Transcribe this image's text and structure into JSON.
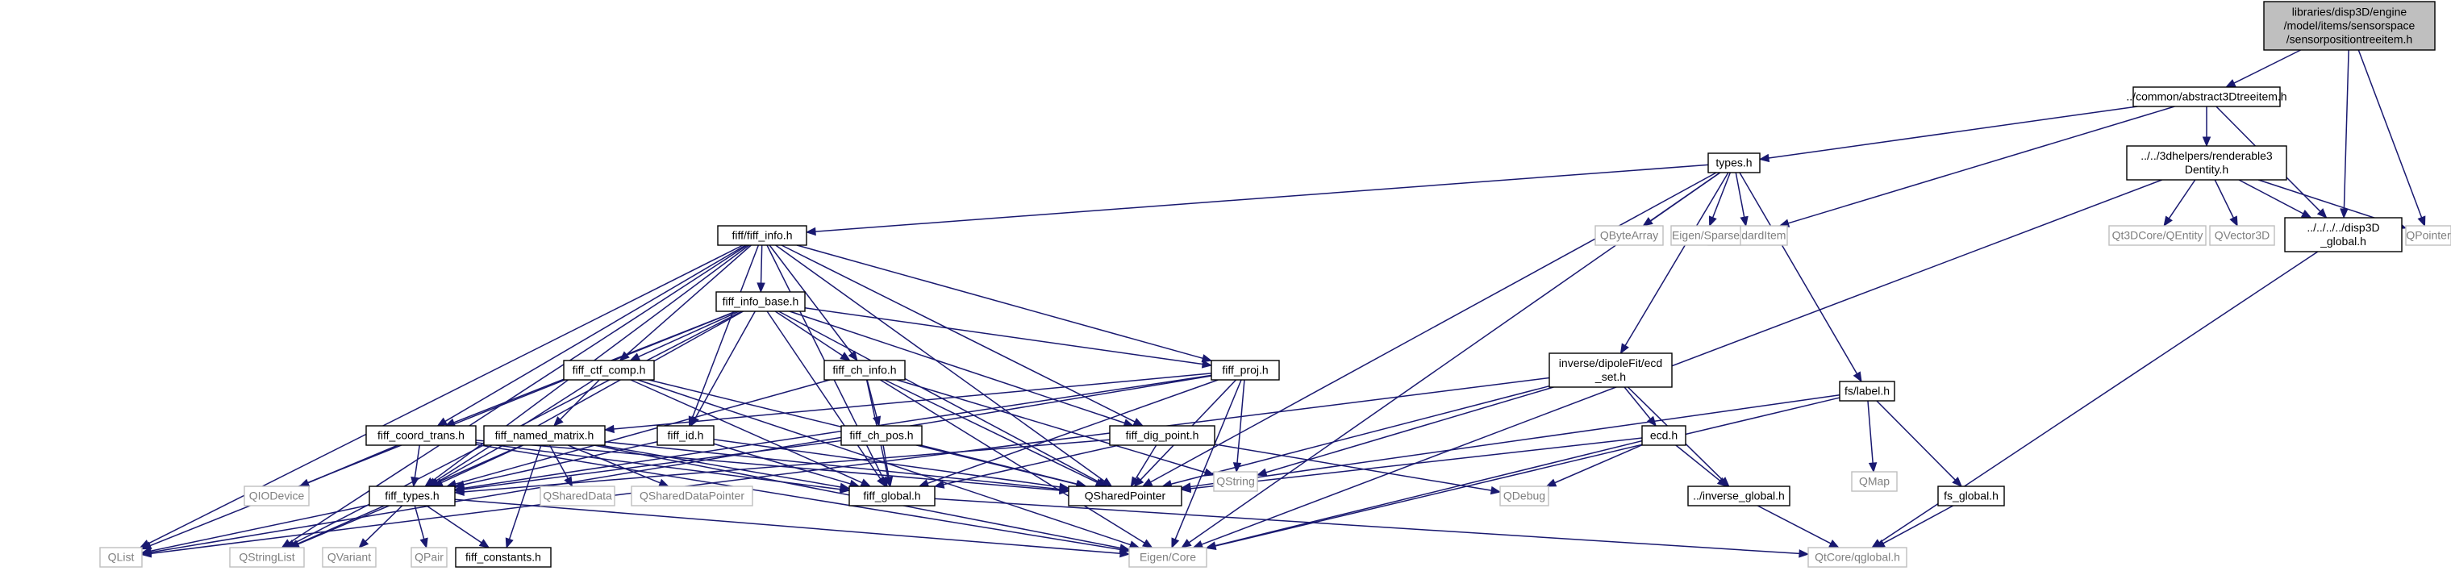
{
  "diagram": {
    "nodes": [
      {
        "id": "root",
        "lines": [
          "libraries/disp3D/engine",
          "/model/items/sensorspace",
          "/sensorpositiontreeitem.h"
        ],
        "kind": "root"
      },
      {
        "id": "abstract3d",
        "lines": [
          "../common/abstract3Dtreeitem.h"
        ],
        "kind": "local"
      },
      {
        "id": "renderable",
        "lines": [
          "../../3dhelpers/renderable3",
          "Dentity.h"
        ],
        "kind": "local"
      },
      {
        "id": "disp3dglobal",
        "lines": [
          "../../../../disp3D",
          "_global.h"
        ],
        "kind": "local"
      },
      {
        "id": "qpointer",
        "lines": [
          "QPointer"
        ],
        "kind": "external"
      },
      {
        "id": "types",
        "lines": [
          "types.h"
        ],
        "kind": "local"
      },
      {
        "id": "qstandarditem",
        "lines": [
          "QStandardItem"
        ],
        "kind": "external"
      },
      {
        "id": "qt3dcore",
        "lines": [
          "Qt3DCore/QEntity"
        ],
        "kind": "external"
      },
      {
        "id": "qvector3d",
        "lines": [
          "QVector3D"
        ],
        "kind": "external"
      },
      {
        "id": "fiffinfo",
        "lines": [
          "fiff/fiff_info.h"
        ],
        "kind": "local"
      },
      {
        "id": "qbytearray",
        "lines": [
          "QByteArray"
        ],
        "kind": "external"
      },
      {
        "id": "eigensparse",
        "lines": [
          "Eigen/Sparse"
        ],
        "kind": "external"
      },
      {
        "id": "ecdset",
        "lines": [
          "inverse/dipoleFit/ecd",
          "_set.h"
        ],
        "kind": "local"
      },
      {
        "id": "fslabel",
        "lines": [
          "fs/label.h"
        ],
        "kind": "local"
      },
      {
        "id": "infobase",
        "lines": [
          "fiff_info_base.h"
        ],
        "kind": "local"
      },
      {
        "id": "ctfcomp",
        "lines": [
          "fiff_ctf_comp.h"
        ],
        "kind": "local"
      },
      {
        "id": "chinfo",
        "lines": [
          "fiff_ch_info.h"
        ],
        "kind": "local"
      },
      {
        "id": "fiffproj",
        "lines": [
          "fiff_proj.h"
        ],
        "kind": "local"
      },
      {
        "id": "coordtrans",
        "lines": [
          "fiff_coord_trans.h"
        ],
        "kind": "local"
      },
      {
        "id": "namedmatrix",
        "lines": [
          "fiff_named_matrix.h"
        ],
        "kind": "local"
      },
      {
        "id": "fiffid",
        "lines": [
          "fiff_id.h"
        ],
        "kind": "local"
      },
      {
        "id": "chpos",
        "lines": [
          "fiff_ch_pos.h"
        ],
        "kind": "local"
      },
      {
        "id": "digpoint",
        "lines": [
          "fiff_dig_point.h"
        ],
        "kind": "local"
      },
      {
        "id": "qstring",
        "lines": [
          "QString"
        ],
        "kind": "external"
      },
      {
        "id": "ecd",
        "lines": [
          "ecd.h"
        ],
        "kind": "local"
      },
      {
        "id": "qmap",
        "lines": [
          "QMap"
        ],
        "kind": "external"
      },
      {
        "id": "fsglobal",
        "lines": [
          "fs_global.h"
        ],
        "kind": "local"
      },
      {
        "id": "qiodevice",
        "lines": [
          "QIODevice"
        ],
        "kind": "external"
      },
      {
        "id": "fifftypes",
        "lines": [
          "fiff_types.h"
        ],
        "kind": "local"
      },
      {
        "id": "qshareddata",
        "lines": [
          "QSharedData"
        ],
        "kind": "external"
      },
      {
        "id": "qshareddatapointer",
        "lines": [
          "QSharedDataPointer"
        ],
        "kind": "external"
      },
      {
        "id": "fiffglobal",
        "lines": [
          "fiff_global.h"
        ],
        "kind": "local"
      },
      {
        "id": "qsharedpointer",
        "lines": [
          "QSharedPointer"
        ],
        "kind": "local"
      },
      {
        "id": "qdebug",
        "lines": [
          "QDebug"
        ],
        "kind": "external"
      },
      {
        "id": "invglobal",
        "lines": [
          "../inverse_global.h"
        ],
        "kind": "local"
      },
      {
        "id": "qlist",
        "lines": [
          "QList"
        ],
        "kind": "external"
      },
      {
        "id": "qstringlist",
        "lines": [
          "QStringList"
        ],
        "kind": "external"
      },
      {
        "id": "qvariant",
        "lines": [
          "QVariant"
        ],
        "kind": "external"
      },
      {
        "id": "qpair",
        "lines": [
          "QPair"
        ],
        "kind": "external"
      },
      {
        "id": "fiffconstants",
        "lines": [
          "fiff_constants.h"
        ],
        "kind": "local"
      },
      {
        "id": "eigencore",
        "lines": [
          "Eigen/Core"
        ],
        "kind": "external"
      },
      {
        "id": "qtglobal",
        "lines": [
          "QtCore/qglobal.h"
        ],
        "kind": "external"
      }
    ],
    "edges": [
      [
        "root",
        "abstract3d"
      ],
      [
        "root",
        "disp3dglobal"
      ],
      [
        "root",
        "qpointer"
      ],
      [
        "abstract3d",
        "types"
      ],
      [
        "abstract3d",
        "renderable"
      ],
      [
        "abstract3d",
        "disp3dglobal"
      ],
      [
        "abstract3d",
        "qstandarditem"
      ],
      [
        "renderable",
        "disp3dglobal"
      ],
      [
        "renderable",
        "qt3dcore"
      ],
      [
        "renderable",
        "qvector3d"
      ],
      [
        "renderable",
        "qpointer"
      ],
      [
        "renderable",
        "eigencore"
      ],
      [
        "disp3dglobal",
        "qtglobal"
      ],
      [
        "types",
        "fiffinfo"
      ],
      [
        "types",
        "qbytearray"
      ],
      [
        "types",
        "eigensparse"
      ],
      [
        "types",
        "qstandarditem"
      ],
      [
        "types",
        "ecdset"
      ],
      [
        "types",
        "fslabel"
      ],
      [
        "types",
        "qsharedpointer"
      ],
      [
        "types",
        "eigencore"
      ],
      [
        "fiffinfo",
        "infobase"
      ],
      [
        "fiffinfo",
        "ctfcomp"
      ],
      [
        "fiffinfo",
        "chinfo"
      ],
      [
        "fiffinfo",
        "fiffproj"
      ],
      [
        "fiffinfo",
        "coordtrans"
      ],
      [
        "fiffinfo",
        "fiffid"
      ],
      [
        "fiffinfo",
        "digpoint"
      ],
      [
        "fiffinfo",
        "fifftypes"
      ],
      [
        "fiffinfo",
        "fiffglobal"
      ],
      [
        "fiffinfo",
        "qsharedpointer"
      ],
      [
        "fiffinfo",
        "qlist"
      ],
      [
        "fiffinfo",
        "qstringlist"
      ],
      [
        "infobase",
        "ctfcomp"
      ],
      [
        "infobase",
        "chinfo"
      ],
      [
        "infobase",
        "fiffproj"
      ],
      [
        "infobase",
        "coordtrans"
      ],
      [
        "infobase",
        "fiffid"
      ],
      [
        "infobase",
        "digpoint"
      ],
      [
        "infobase",
        "fifftypes"
      ],
      [
        "infobase",
        "fiffglobal"
      ],
      [
        "infobase",
        "qsharedpointer"
      ],
      [
        "infobase",
        "qlist"
      ],
      [
        "infobase",
        "qstringlist"
      ],
      [
        "ctfcomp",
        "namedmatrix"
      ],
      [
        "ctfcomp",
        "fifftypes"
      ],
      [
        "ctfcomp",
        "fiffglobal"
      ],
      [
        "ctfcomp",
        "qsharedpointer"
      ],
      [
        "ctfcomp",
        "eigencore"
      ],
      [
        "chinfo",
        "chpos"
      ],
      [
        "chinfo",
        "fifftypes"
      ],
      [
        "chinfo",
        "fiffglobal"
      ],
      [
        "chinfo",
        "qsharedpointer"
      ],
      [
        "chinfo",
        "qstring"
      ],
      [
        "chinfo",
        "eigencore"
      ],
      [
        "fiffproj",
        "namedmatrix"
      ],
      [
        "fiffproj",
        "fifftypes"
      ],
      [
        "fiffproj",
        "fiffglobal"
      ],
      [
        "fiffproj",
        "qsharedpointer"
      ],
      [
        "fiffproj",
        "qstring"
      ],
      [
        "fiffproj",
        "eigencore"
      ],
      [
        "fiffproj",
        "qlist"
      ],
      [
        "coordtrans",
        "fifftypes"
      ],
      [
        "coordtrans",
        "fiffglobal"
      ],
      [
        "coordtrans",
        "qsharedpointer"
      ],
      [
        "coordtrans",
        "qiodevice"
      ],
      [
        "coordtrans",
        "eigencore"
      ],
      [
        "namedmatrix",
        "fifftypes"
      ],
      [
        "namedmatrix",
        "fiffglobal"
      ],
      [
        "namedmatrix",
        "qsharedpointer"
      ],
      [
        "namedmatrix",
        "qshareddata"
      ],
      [
        "namedmatrix",
        "qshareddatapointer"
      ],
      [
        "namedmatrix",
        "eigencore"
      ],
      [
        "namedmatrix",
        "fiffconstants"
      ],
      [
        "namedmatrix",
        "qstringlist"
      ],
      [
        "fiffid",
        "fifftypes"
      ],
      [
        "fiffid",
        "fiffglobal"
      ],
      [
        "fiffid",
        "qsharedpointer"
      ],
      [
        "chpos",
        "fifftypes"
      ],
      [
        "chpos",
        "fiffglobal"
      ],
      [
        "chpos",
        "qsharedpointer"
      ],
      [
        "digpoint",
        "fifftypes"
      ],
      [
        "digpoint",
        "fiffglobal"
      ],
      [
        "digpoint",
        "qsharedpointer"
      ],
      [
        "digpoint",
        "qdebug"
      ],
      [
        "ecdset",
        "ecd"
      ],
      [
        "ecdset",
        "invglobal"
      ],
      [
        "ecdset",
        "qsharedpointer"
      ],
      [
        "ecdset",
        "qstring"
      ],
      [
        "ecdset",
        "qlist"
      ],
      [
        "ecd",
        "invglobal"
      ],
      [
        "ecd",
        "qsharedpointer"
      ],
      [
        "ecd",
        "qdebug"
      ],
      [
        "ecd",
        "eigencore"
      ],
      [
        "fslabel",
        "fsglobal"
      ],
      [
        "fslabel",
        "qmap"
      ],
      [
        "fslabel",
        "qsharedpointer"
      ],
      [
        "fslabel",
        "eigencore"
      ],
      [
        "fsglobal",
        "qtglobal"
      ],
      [
        "invglobal",
        "qtglobal"
      ],
      [
        "fifftypes",
        "fiffconstants"
      ],
      [
        "fifftypes",
        "qlist"
      ],
      [
        "fifftypes",
        "qstringlist"
      ],
      [
        "fifftypes",
        "qvariant"
      ],
      [
        "fifftypes",
        "qpair"
      ],
      [
        "fifftypes",
        "eigencore"
      ],
      [
        "fiffglobal",
        "qtglobal"
      ]
    ]
  }
}
